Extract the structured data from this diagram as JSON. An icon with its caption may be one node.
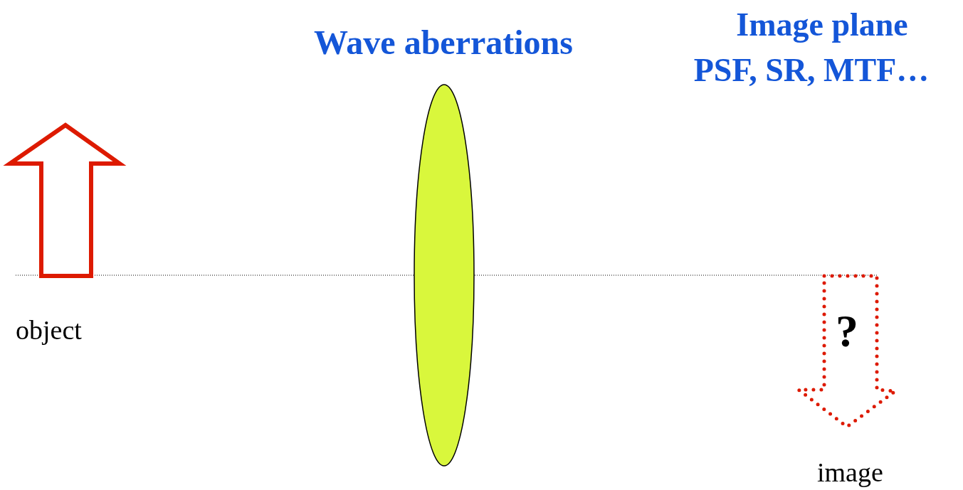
{
  "diagram": {
    "nodes": [
      {
        "text": [],
        "shape": "arrow",
        "beside": [
          "object"
        ]
      },
      {
        "text": [],
        "shape": "lens",
        "beside": [
          "Wave aberrations"
        ]
      },
      {
        "text": [
          "?"
        ],
        "beside": [
          "image"
        ]
      }
    ],
    "labels": [
      "Image plane",
      "PSF, SR, MTF…"
    ]
  }
}
